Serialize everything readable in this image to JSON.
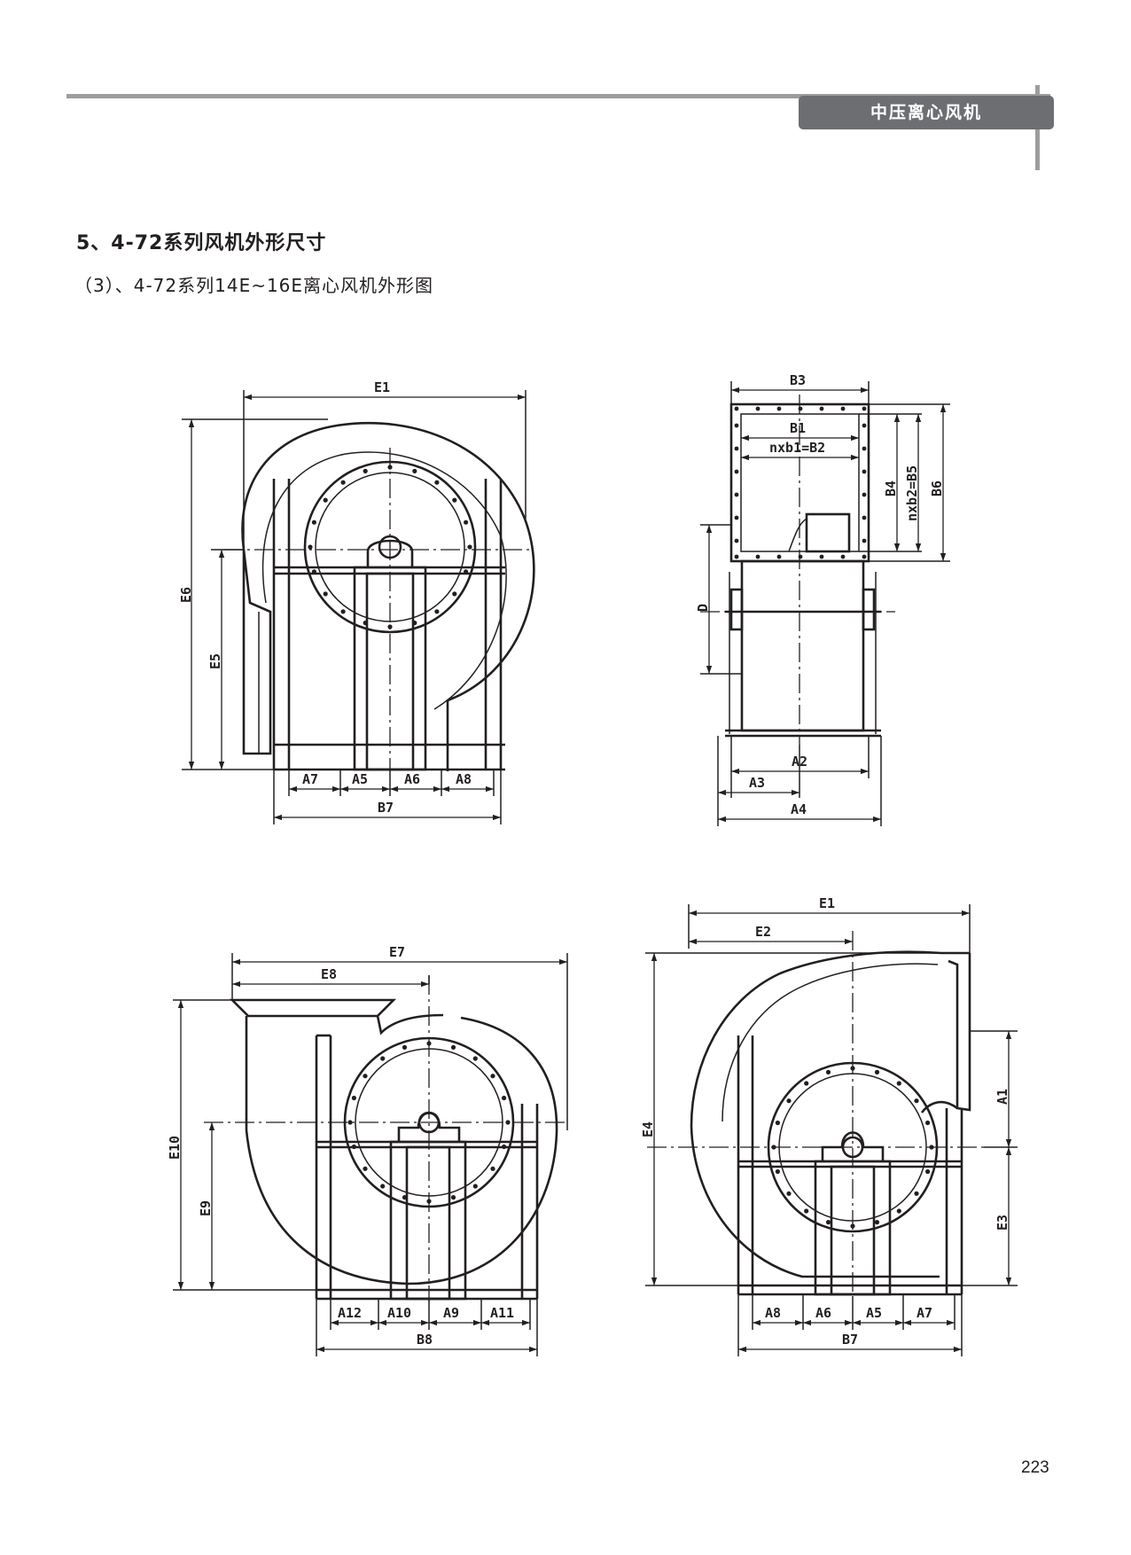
{
  "header": {
    "tab_label": "中压离心风机"
  },
  "section_title": "5、4-72系列风机外形尺寸",
  "subtitle": "（3）、4-72系列14E~16E离心风机外形图",
  "page_number": "223",
  "views": {
    "front_left": {
      "labels": {
        "E1": "E1",
        "E6": "E6",
        "E5": "E5",
        "A7": "A7",
        "A5": "A5",
        "A6": "A6",
        "A8": "A8",
        "B7": "B7"
      }
    },
    "side": {
      "labels": {
        "B3": "B3",
        "B1": "B1",
        "B2": "nxb1=B2",
        "B4": "B4",
        "B5": "nxb2=B5",
        "B6": "B6",
        "D": "D",
        "A2": "A2",
        "A3": "A3",
        "A4": "A4"
      }
    },
    "bottom_left": {
      "labels": {
        "E7": "E7",
        "E8": "E8",
        "E10": "E10",
        "E9": "E9",
        "A12": "A12",
        "A10": "A10",
        "A9": "A9",
        "A11": "A11",
        "B8": "B8"
      }
    },
    "bottom_right": {
      "labels": {
        "E1": "E1",
        "E2": "E2",
        "E4": "E4",
        "A1": "A1",
        "E3": "E3",
        "A8": "A8",
        "A6": "A6",
        "A5": "A5",
        "A7": "A7",
        "B7": "B7"
      }
    }
  }
}
